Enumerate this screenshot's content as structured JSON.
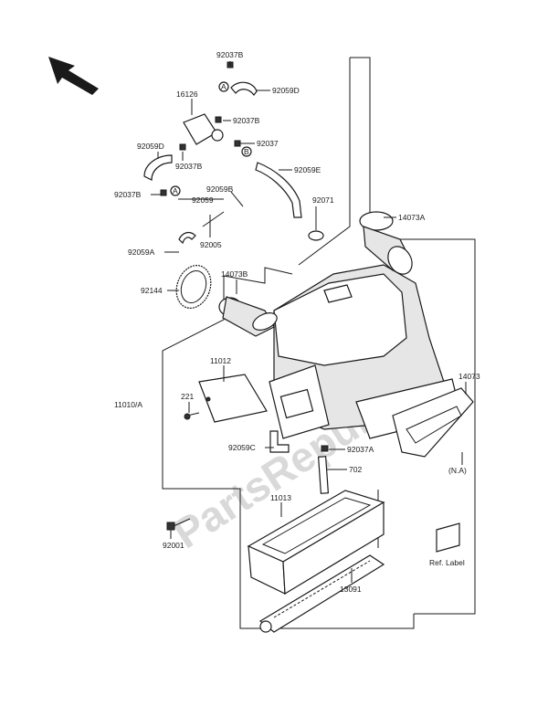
{
  "watermark": "PartsRepublik",
  "callouts": {
    "c92037B_a": "92037B",
    "c92059D_a": "92059D",
    "c16126": "16126",
    "cA_1": "A",
    "c92037B_b": "92037B",
    "c92037": "92037",
    "cB_1": "B",
    "c92059D_b": "92059D",
    "c92037B_c": "92037B",
    "c92059E": "92059E",
    "c92037B_d": "92037B",
    "cA_2": "A",
    "c92059": "92059",
    "c92059B": "92059B",
    "c92071": "92071",
    "c14073A": "14073A",
    "c92005": "92005",
    "c92059A": "92059A",
    "c92144": "92144",
    "c14073B": "14073B",
    "c11012": "11012",
    "c221": "221",
    "c11010A": "11010/A",
    "c14073": "14073",
    "c92059C": "92059C",
    "c92037A": "92037A",
    "c702": "702",
    "cNA": "(N.A)",
    "c11013": "11013",
    "c92001": "92001",
    "cRefLabel": "Ref. Label",
    "c13091": "13091"
  }
}
